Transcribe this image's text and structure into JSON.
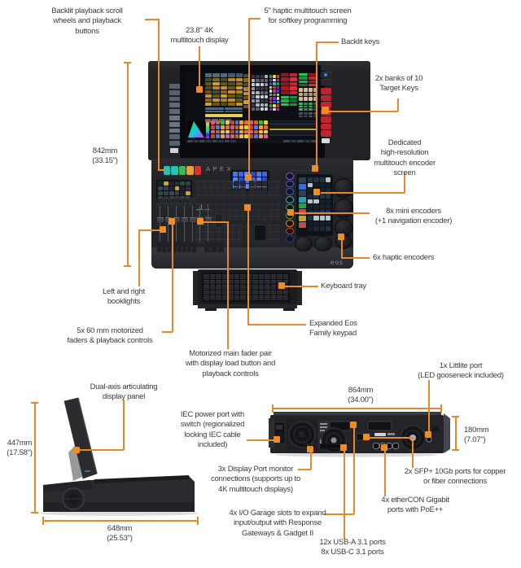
{
  "accent": "#E8882C",
  "console": {
    "apex_logo": "APEX",
    "eos_logo": "eos"
  },
  "callouts": {
    "backlit_playback": "Backlit playback scroll\nwheels and playback\nbuttons",
    "display_23": "23.8\" 4K\nmultitouch display",
    "haptic_5": "5\" haptic multitouch screen\nfor softkey programming",
    "backlit_keys": "Backlit keys",
    "target_keys": "2x banks of 10\nTarget Keys",
    "encoder_screen": "Dedicated\nhigh-resolution\nmultitouch encoder\nscreen",
    "mini_encoders": "8x mini encoders\n(+1 navigation encoder)",
    "haptic_encoders": "6x haptic encoders",
    "booklights": "Left and right\nbooklights",
    "faders": "5x 60 mm motorized\nfaders & playback controls",
    "main_fader": "Motorized main fader pair\nwith display load button and\nplayback controls",
    "keyboard_tray": "Keyboard tray",
    "eos_keypad": "Expanded Eos\nFamily keypad",
    "dual_axis": "Dual-axis articulating\ndisplay panel",
    "iec": "IEC power port with\nswitch (regionalized\nlocking IEC cable\nincluded)",
    "littlite": "1x Littlite port\n(LED gooseneck included)",
    "display_port": "3x Display Port monitor\nconnections (supports up to\n4K multitouch displays)",
    "io_garage": "4x I/O Garage slots to expand\ninput/output with Response\nGateways & Gadget II",
    "sfp": "2x SFP+ 10Gb ports for copper\nor fiber connections",
    "ethercon": "4x etherCON Gigabit\nports with PoE++",
    "usb": "12x USB-A 3.1 ports\n8x USB-C 3.1 ports"
  },
  "dimensions": {
    "console_depth": "842mm\n(33.15\")",
    "side_height": "447mm\n(17.58\")",
    "side_depth": "648mm\n(25.53\")",
    "rear_width": "864mm\n(34.00\")",
    "rear_height": "180mm\n(7.07\")"
  },
  "art": {
    "target_key": "#c0242e",
    "wheels": [
      "#2cc0b0",
      "#2cc0b0",
      "#3cb84c",
      "#eaa22c",
      "#d83430"
    ],
    "mini_rings": [
      "#8a4ae0",
      "#3a5ae8",
      "#3a5ae8",
      "#28b8c8",
      "#28a838",
      "#28a838",
      "#e8862a",
      "#d83028",
      "#2a3a8a"
    ],
    "palettes": {
      "bluegray": [
        "#46586c",
        "#3c4c5e",
        "#52667c"
      ],
      "gold": [
        "#b5861f",
        "#cf9e30",
        "#8a6818",
        "#c19130",
        "#6e5414",
        "#43512b"
      ],
      "yellow": [
        "#e8ce52"
      ],
      "whitegrid": [
        "#c9ced4",
        "#8e969f",
        "#343a42",
        "#aab2ba",
        "#5c646e"
      ],
      "rainbow": [
        "#d42a8a",
        "#3050d8",
        "#28b8d8",
        "#28a838",
        "#e8d838",
        "#d84028",
        "#9028d8",
        "#e0e4e8"
      ],
      "reds": [
        "#c32431",
        "#a31b26",
        "#d6303c",
        "#8e1720"
      ],
      "greens": [
        "#1f9040",
        "#27aa4d",
        "#156831",
        "#2fc058"
      ],
      "tans": [
        "#c6ac7a",
        "#b19263",
        "#d2bc8e"
      ],
      "grayrows": [
        "#3e444c",
        "#4a525c"
      ],
      "magic": [
        "#e8822a",
        "#f0a040",
        "#e85a9a",
        "#d84028",
        "#4878e8",
        "#38b848",
        "#e8d040",
        "#28c0d8",
        "#c86820",
        "#f0b860",
        "#e8722a",
        "#d8588a"
      ],
      "cuetable": [
        "#1a1e26",
        "#222732",
        "#1a1e26",
        "#c8a22c",
        "#171b22",
        "#202530"
      ],
      "taskbtns": [
        "#2e3640",
        "#3a434e"
      ],
      "bluekeys": [
        "#3a66e0",
        "#5a86f0",
        "#2a4ec0",
        "#4a76e8"
      ],
      "faderscreen": [
        "#27313a",
        "#394653",
        "#c9a42e",
        "#274e35",
        "#31404c",
        "#1c232b"
      ],
      "encoderbits": [
        "#2aa0b8",
        "#c8a22c",
        "#3a6ae0",
        "#2aa048",
        "#c84848",
        "#30414b"
      ],
      "darkrows": [
        "#16202a",
        "#1b2833",
        "#223240",
        "#b8c4cc",
        "#122029"
      ],
      "stripbtns": [
        "#5e6a7a",
        "#6a7686",
        "#56626f"
      ]
    }
  }
}
